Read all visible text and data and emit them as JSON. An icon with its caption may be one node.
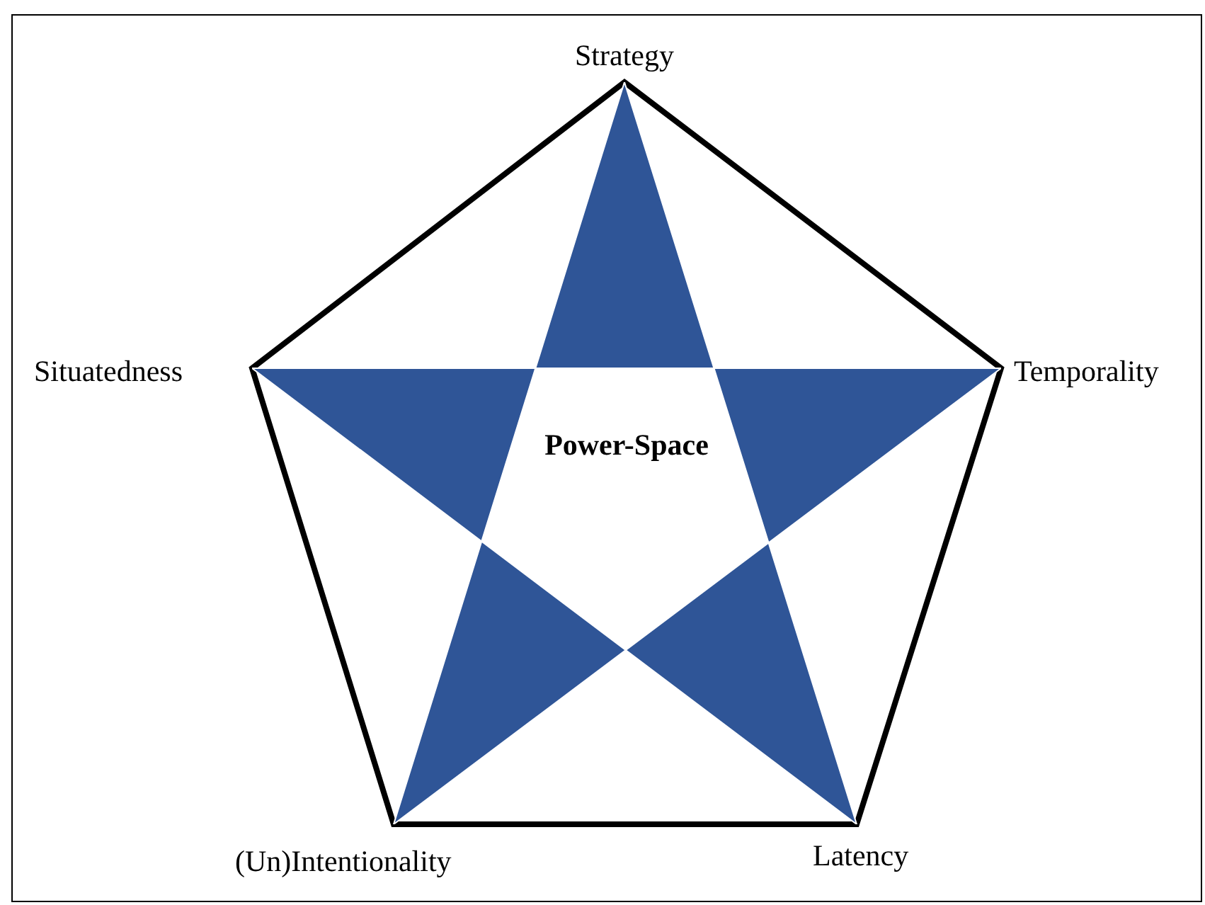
{
  "diagram": {
    "nodes": [
      {
        "text": [
          "Power-Space"
        ]
      }
    ],
    "labels": [
      "Strategy",
      "Situatedness",
      "Temporality",
      "(Un)Intentionality",
      "Latency"
    ]
  }
}
